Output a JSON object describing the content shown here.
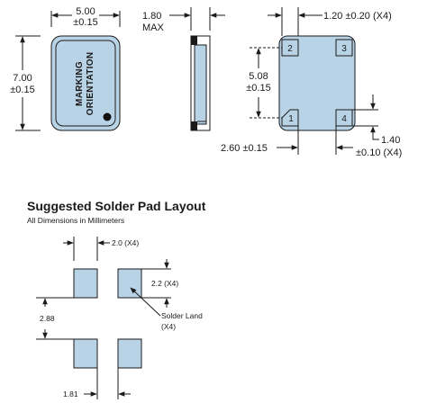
{
  "top_view": {
    "width_dim": "5.00",
    "width_tol": "±0.15",
    "height_dim": "7.00",
    "height_tol": "±0.15",
    "marking_line1": "MARKING",
    "marking_line2": "ORIENTATION"
  },
  "side_view": {
    "thickness_dim": "1.80",
    "thickness_note": "MAX"
  },
  "bottom_view": {
    "pad_size_dim": "1.20 ±0.20 (X4)",
    "pitch_vertical_dim": "5.08",
    "pitch_vertical_tol": "±0.15",
    "pitch_horizontal_dim": "2.60 ±0.15",
    "pad_height_dim": "1.40",
    "pad_height_tol": "±0.10 (X4)",
    "pins": [
      "1",
      "2",
      "3",
      "4"
    ]
  },
  "solder_layout": {
    "title": "Suggested Solder Pad Layout",
    "subtitle": "All Dimensions in Millimeters",
    "pad_width_dim": "2.0 (X4)",
    "pad_height_dim": "2.2 (X4)",
    "land_label_line1": "Solder Land",
    "land_label_line2": "(X4)",
    "gap_vertical_dim": "2.88",
    "gap_horizontal_dim": "1.81"
  }
}
